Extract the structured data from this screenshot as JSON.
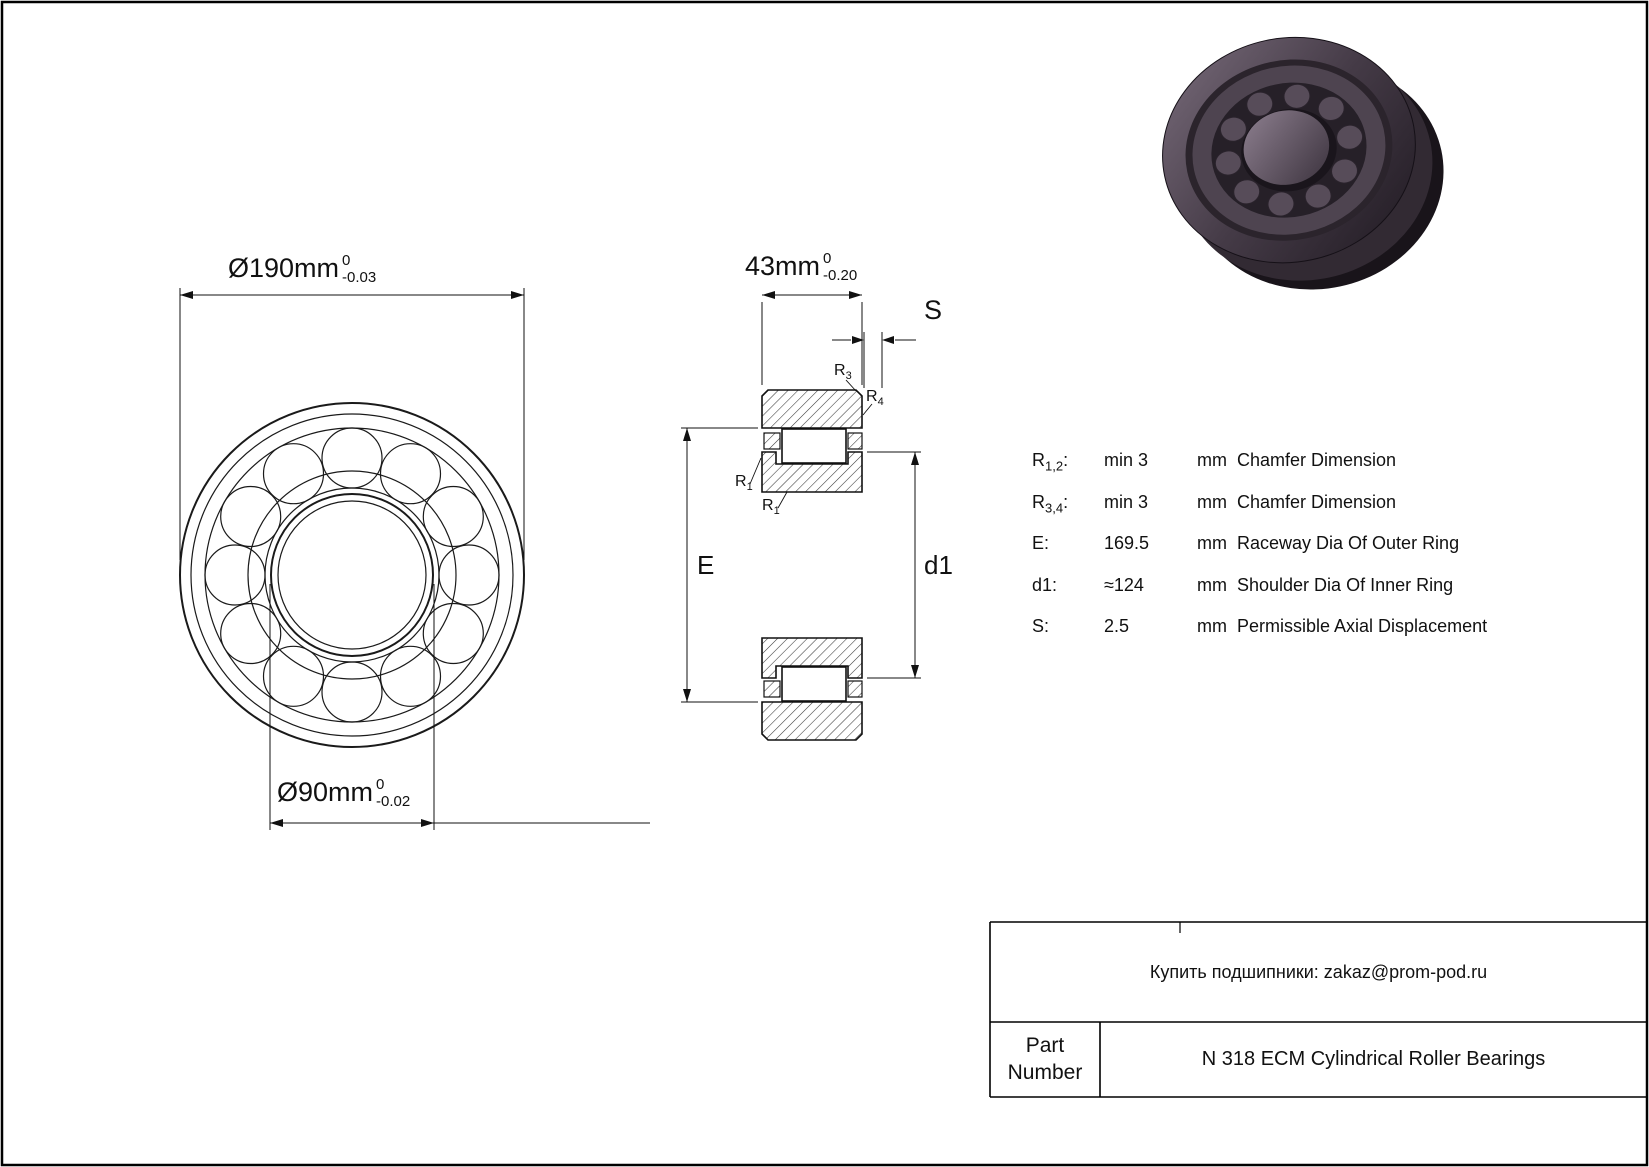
{
  "drawing": {
    "dimensions": {
      "outer_diameter": {
        "text": "Ø190mm",
        "tol_upper": "0",
        "tol_lower": "-0.03"
      },
      "bore_diameter": {
        "text": "Ø90mm",
        "tol_upper": "0",
        "tol_lower": "-0.02"
      },
      "width": {
        "text": "43mm",
        "tol_upper": "0",
        "tol_lower": "-0.20"
      },
      "axial_displacement_label": "S",
      "raceway_label": "E",
      "shoulder_label": "d1",
      "chamfer_labels": {
        "r3": {
          "base": "R",
          "sub": "3"
        },
        "r4": {
          "base": "R",
          "sub": "4"
        },
        "r1a": {
          "base": "R",
          "sub": "1"
        },
        "r1b": {
          "base": "R",
          "sub": "1"
        }
      }
    },
    "spec_table": {
      "rows": [
        {
          "label_base": "R",
          "label_sub": "1,2",
          "label_end": ":",
          "value": "min 3",
          "unit": "mm",
          "description": "Chamfer Dimension"
        },
        {
          "label_base": "R",
          "label_sub": "3,4",
          "label_end": ":",
          "value": "min 3",
          "unit": "mm",
          "description": "Chamfer Dimension"
        },
        {
          "label_base": "E",
          "label_sub": "",
          "label_end": ":",
          "value": "169.5",
          "unit": "mm",
          "description": "Raceway Dia Of Outer Ring"
        },
        {
          "label_base": "d1",
          "label_sub": "",
          "label_end": ":",
          "value": "≈124",
          "unit": "mm",
          "description": "Shoulder Dia Of Inner Ring"
        },
        {
          "label_base": "S",
          "label_sub": "",
          "label_end": ":",
          "value": "2.5",
          "unit": "mm",
          "description": "Permissible Axial Displacement"
        }
      ]
    },
    "title_block": {
      "contact_line": "Купить подшипники: zakaz@prom-pod.ru",
      "part_label": "Part Number",
      "part_description": "N 318 ECM Cylindrical Roller Bearings"
    },
    "colors": {
      "line": "#1a1a1a",
      "metal_dark": "#241d26",
      "metal_mid": "#453b47",
      "metal_light": "#7a6d7c"
    }
  }
}
